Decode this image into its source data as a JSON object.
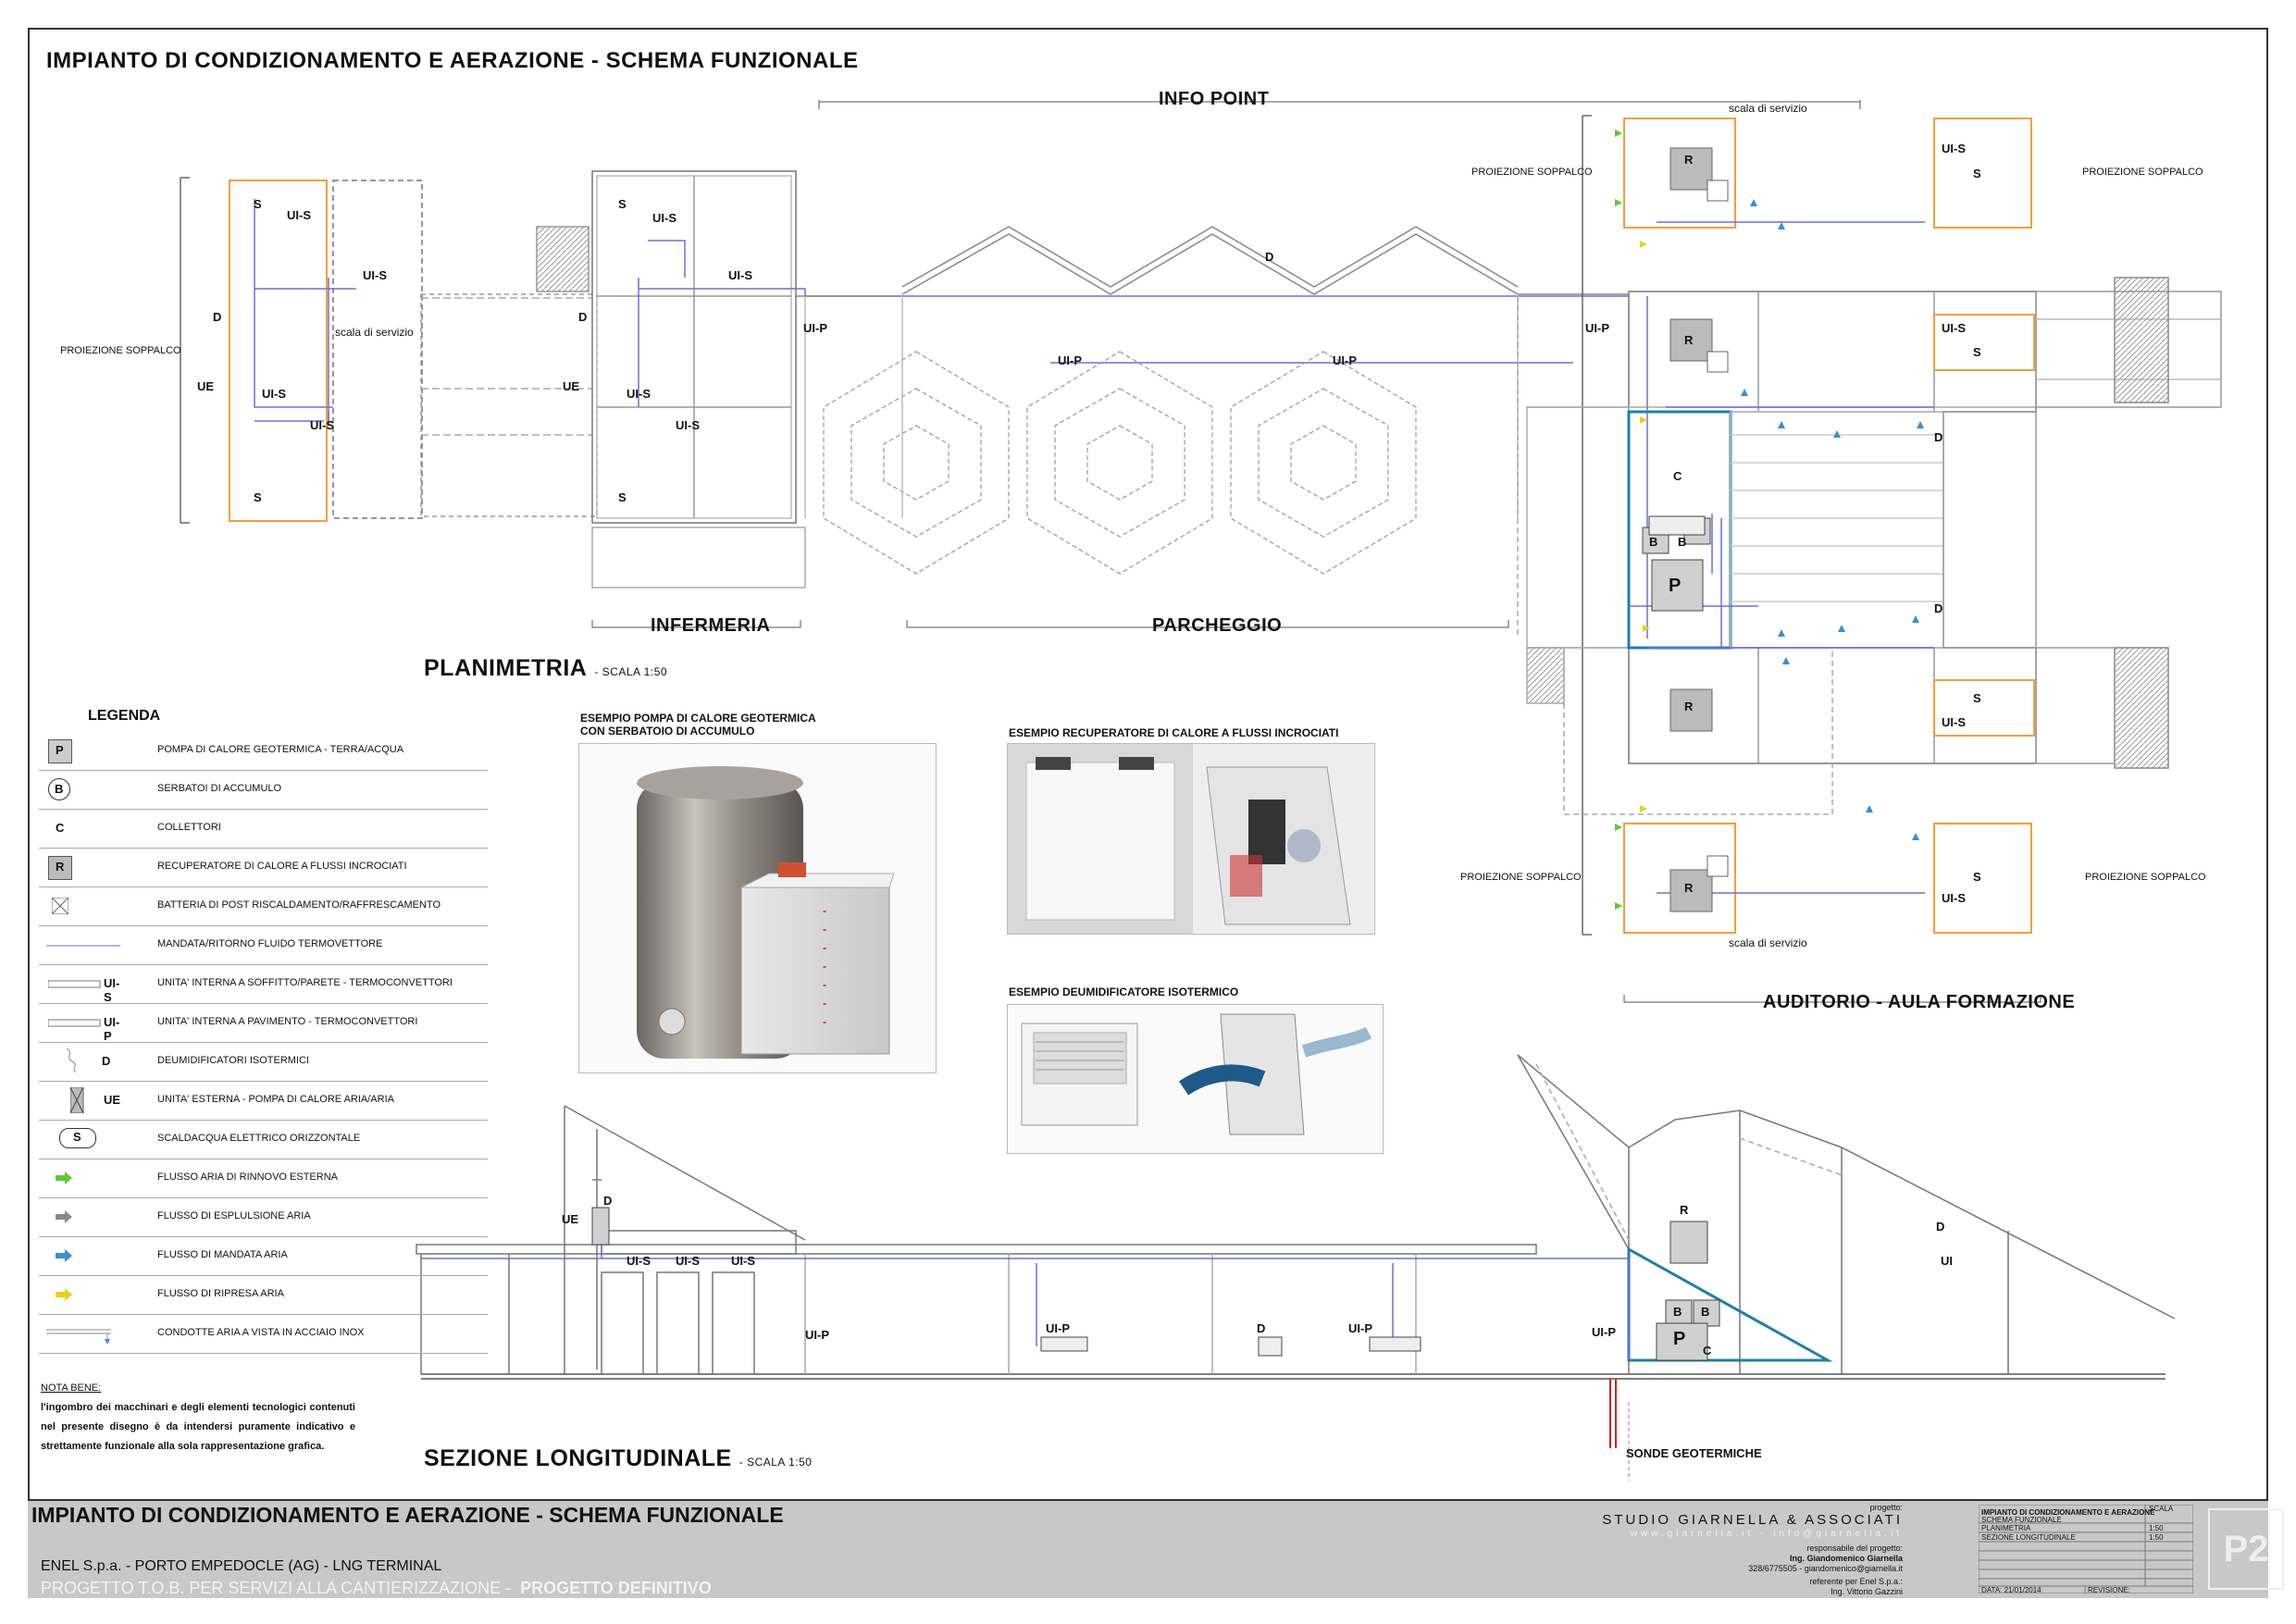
{
  "sheet": {
    "main_title": "IMPIANTO DI CONDIZIONAMENTO E AERAZIONE - SCHEMA FUNZIONALE",
    "plan_title": "PLANIMETRIA",
    "plan_scale": "- SCALA 1:50",
    "section_title": "SEZIONE LONGITUDINALE",
    "section_scale": "- SCALA 1:50"
  },
  "zones": {
    "info_point": "INFO POINT",
    "infermeria": "INFERMERIA",
    "parcheggio": "PARCHEGGIO",
    "auditorio": "AUDITORIO - AULA FORMAZIONE"
  },
  "plan_labels": {
    "ui_s": "UI-S",
    "ui_p": "UI-P",
    "ue": "UE",
    "d": "D",
    "s": "S",
    "r": "R",
    "b": "B",
    "p": "P",
    "c": "C",
    "ui": "UI",
    "proiezione": "PROIEZIONE SOPPALCO",
    "scala_servizio": "scala di servizio",
    "sonde": "SONDE GEOTERMICHE"
  },
  "legend": {
    "title": "LEGENDA",
    "items": [
      {
        "symbol": "P",
        "text": "POMPA DI CALORE GEOTERMICA - TERRA/ACQUA"
      },
      {
        "symbol": "B",
        "text": "SERBATOI DI ACCUMULO"
      },
      {
        "symbol": "C",
        "text": "COLLETTORI"
      },
      {
        "symbol": "R",
        "text": "RECUPERATORE DI CALORE A FLUSSI INCROCIATI"
      },
      {
        "symbol": "",
        "text": "BATTERIA DI POST RISCALDAMENTO/RAFFRESCAMENTO"
      },
      {
        "symbol": "",
        "text": "MANDATA/RITORNO FLUIDO TERMOVETTORE"
      },
      {
        "symbol": "UI-S",
        "text": "UNITA' INTERNA A SOFFITTO/PARETE - TERMOCONVETTORI"
      },
      {
        "symbol": "UI-P",
        "text": "UNITA' INTERNA A PAVIMENTO - TERMOCONVETTORI"
      },
      {
        "symbol": "D",
        "text": "DEUMIDIFICATORI ISOTERMICI"
      },
      {
        "symbol": "UE",
        "text": "UNITA' ESTERNA - POMPA DI CALORE ARIA/ARIA"
      },
      {
        "symbol": "S",
        "text": "SCALDACQUA ELETTRICO ORIZZONTALE"
      },
      {
        "symbol": "",
        "text": "FLUSSO ARIA DI RINNOVO ESTERNA"
      },
      {
        "symbol": "",
        "text": "FLUSSO DI ESPLULSIONE ARIA"
      },
      {
        "symbol": "",
        "text": "FLUSSO DI MANDATA ARIA"
      },
      {
        "symbol": "",
        "text": "FLUSSO DI RIPRESA ARIA"
      },
      {
        "symbol": "",
        "text": "CONDOTTE ARIA A VISTA IN ACCIAIO INOX"
      }
    ]
  },
  "nota": {
    "title": "NOTA BENE:",
    "text": "l'ingombro dei macchinari e degli elementi tecnologici contenuti nel presente disegno è da intendersi puramente indicativo e strettamente funzionale alla sola rappresentazione grafica."
  },
  "examples": {
    "geo_title_1": "ESEMPIO POMPA DI CALORE GEOTERMICA",
    "geo_title_2": "CON SERBATOIO DI ACCUMULO",
    "rec_title": "ESEMPIO RECUPERATORE DI CALORE A FLUSSI INCROCIATI",
    "deu_title": "ESEMPIO DEUMIDIFICATORE ISOTERMICO"
  },
  "title_block": {
    "title": "IMPIANTO DI CONDIZIONAMENTO E AERAZIONE - SCHEMA FUNZIONALE",
    "client_line": "ENEL S.p.a. - PORTO EMPEDOCLE (AG) - LNG TERMINAL",
    "project_line": "PROGETTO T.O.B. PER SERVIZI ALLA CANTIERIZZAZIONE -",
    "project_phase": "PROGETTO DEFINITIVO",
    "progetto": "progetto:",
    "studio": "STUDIO GIARNELLA & ASSOCIATI",
    "web": "www.giarnella.it - info@giarnella.it",
    "resp_label": "responsabile del progetto:",
    "resp_name": "Ing. Giandomenico Giarnella",
    "resp_contact": "328/6775505 - giandomenico@giarnella.it",
    "ref_label": "referente per Enel S.p.a.:",
    "ref_name": "Ing. Vittorio Gazzini",
    "grid_title": "IMPIANTO DI CONDIZIONAMENTO E AERAZIONE",
    "grid_sub": "SCHEMA FUNZIONALE",
    "grid_planimetria": "PLANIMETRIA",
    "grid_sezione": "SEZIONE LONGITUDINALE",
    "grid_scale": "1:50",
    "grid_scala": "SCALA",
    "grid_data": "DATA: 21/01/2014",
    "grid_rev": "REVISIONE:",
    "sheet_code": "P2"
  },
  "colors": {
    "pipe": "#6f6fd8",
    "hp_outline": "#1f7fa8",
    "orange": "#f0a040",
    "fresh_air": "#5cc83a",
    "exhaust": "#888888",
    "supply": "#3a8fd0",
    "return": "#e8d020"
  }
}
